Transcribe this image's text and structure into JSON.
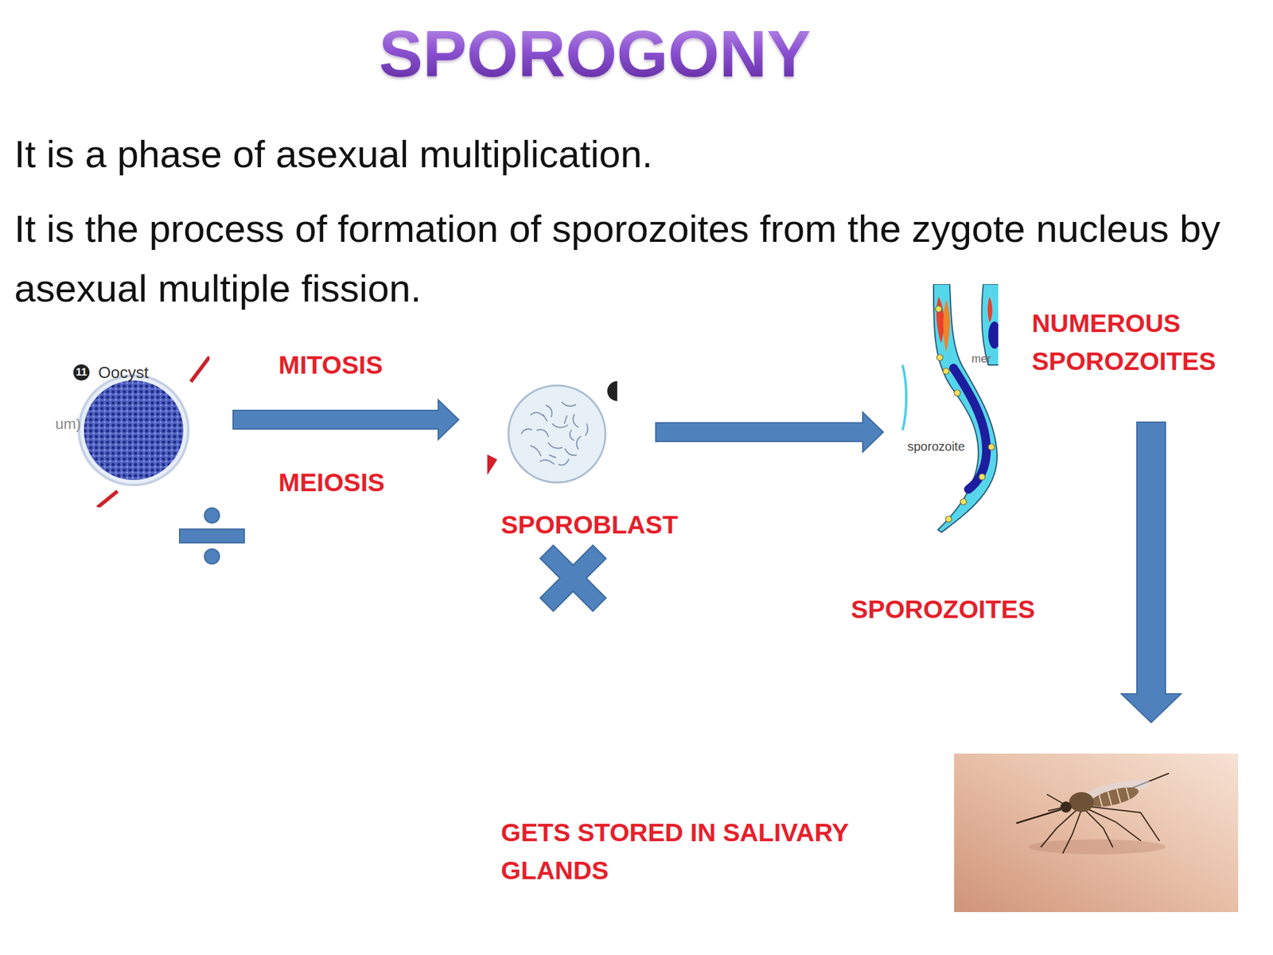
{
  "diagram": {
    "title": "SPOROGONY",
    "nodes": [
      {
        "text": [
          "Oocyst"
        ]
      },
      {
        "text": [
          "SPOROBLAST"
        ]
      },
      {
        "text": [
          "sporozoite",
          "SPOROZOITES",
          "NUMEROUS SPOROZOITES"
        ]
      },
      {
        "text": [
          "GETS STORED IN SALIVARY GLANDS"
        ]
      }
    ],
    "edges": [
      {
        "from": 0,
        "to": 1,
        "arrow": "to",
        "label": "MITOSIS"
      },
      {
        "from": 1,
        "to": 2,
        "arrow": "to"
      },
      {
        "from": 2,
        "to": 3,
        "arrow": "to"
      }
    ],
    "labels": [
      "It is a phase of asexual multiplication.",
      "It is the process of formation of sporozoites from the zygote nucleus by asexual multiple fission.",
      "MEIOSIS",
      "11",
      "um)",
      "mer"
    ]
  }
}
